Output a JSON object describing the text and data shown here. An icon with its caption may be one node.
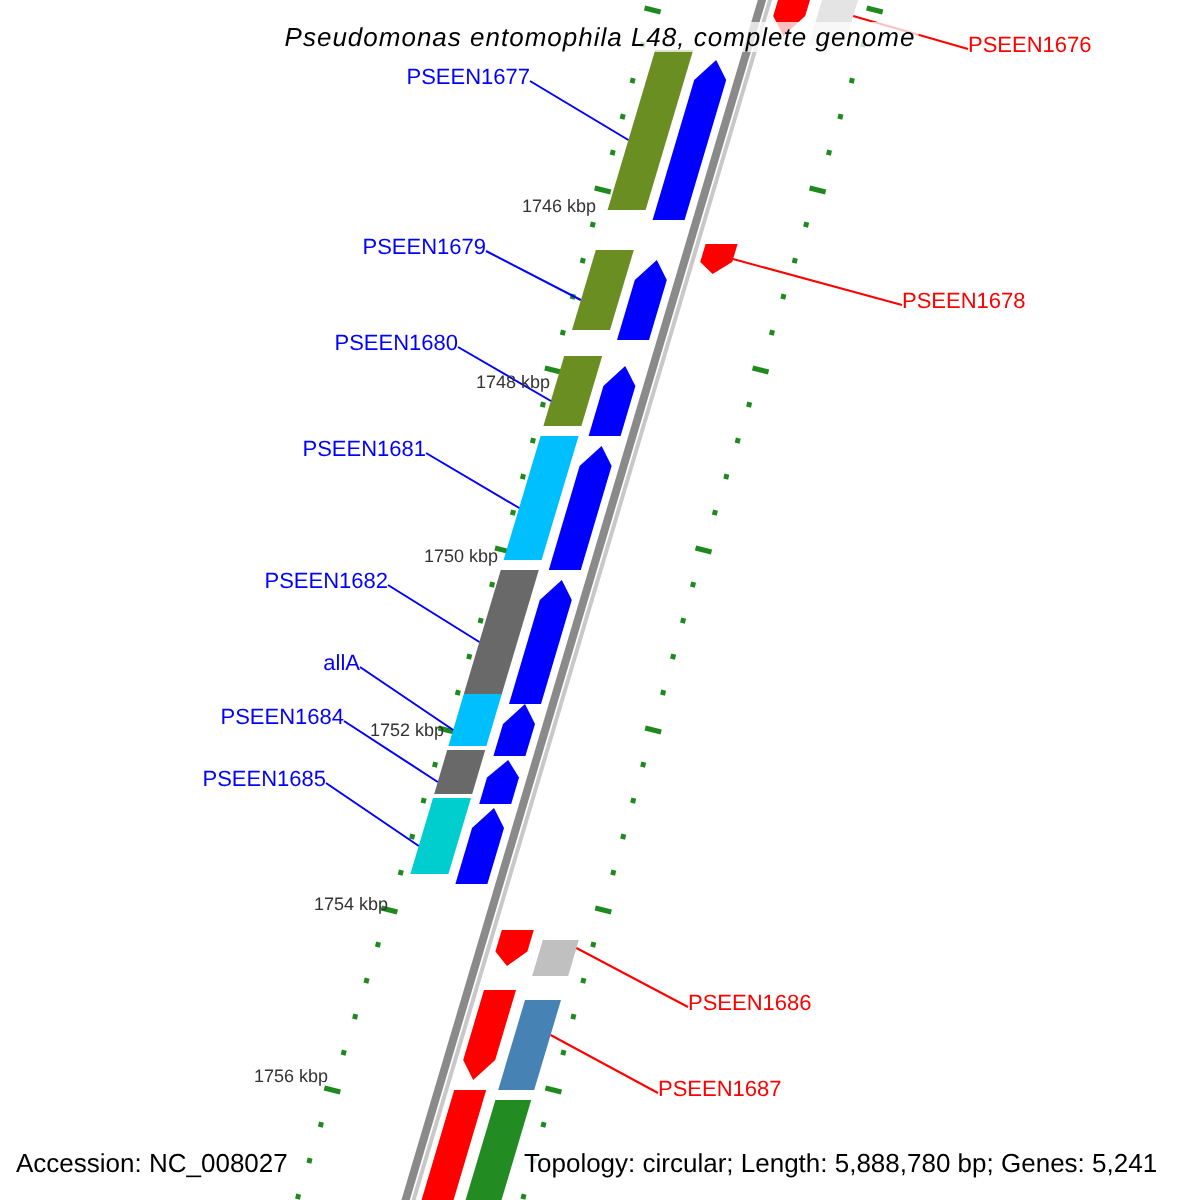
{
  "diagram": {
    "title": "Pseudomonas entomophila L48, complete genome",
    "nodes": [
      {
        "text": [
          "PSEEN1676"
        ]
      },
      {
        "text": [
          "PSEEN1677"
        ]
      },
      {
        "text": [
          "PSEEN1679"
        ]
      },
      {
        "text": [
          "PSEEN1678"
        ]
      },
      {
        "text": [
          "PSEEN1680"
        ]
      },
      {
        "text": [
          "PSEEN1681"
        ]
      },
      {
        "text": [
          "PSEEN1682"
        ]
      },
      {
        "text": [
          "allA"
        ]
      },
      {
        "text": [
          "PSEEN1684"
        ]
      },
      {
        "text": [
          "PSEEN1685"
        ]
      },
      {
        "text": [
          "PSEEN1686"
        ]
      },
      {
        "text": [
          "PSEEN1687"
        ]
      },
      {
        "text": [],
        "shape": "arrow"
      },
      {
        "text": [],
        "shape": "arrow"
      },
      {
        "text": [],
        "shape": "arrow"
      },
      {
        "text": [],
        "shape": "arrow"
      },
      {
        "text": [],
        "shape": "arrow"
      },
      {
        "text": [],
        "shape": "arrow"
      },
      {
        "text": [],
        "shape": "arrow"
      },
      {
        "text": [],
        "shape": "arrow"
      },
      {
        "text": [],
        "shape": "arrow"
      },
      {
        "text": [],
        "shape": "arrow"
      },
      {
        "text": [],
        "shape": "arrow"
      },
      {
        "text": [],
        "shape": "arrow"
      }
    ],
    "edges": [
      {
        "from": 0,
        "to": 12,
        "arrow": "none",
        "color": "#ff0000"
      },
      {
        "from": 1,
        "to": 13,
        "arrow": "none"
      },
      {
        "from": 2,
        "to": 15,
        "arrow": "none"
      },
      {
        "from": 3,
        "to": 14,
        "arrow": "none",
        "color": "#ff0000"
      },
      {
        "from": 4,
        "to": 16,
        "arrow": "none"
      },
      {
        "from": 5,
        "to": 17,
        "arrow": "none"
      },
      {
        "from": 6,
        "to": 18,
        "arrow": "none"
      },
      {
        "from": 7,
        "to": 19,
        "arrow": "none"
      },
      {
        "from": 8,
        "to": 20,
        "arrow": "none"
      },
      {
        "from": 9,
        "to": 21,
        "arrow": "none"
      },
      {
        "from": 10,
        "to": 22,
        "arrow": "none",
        "color": "#ff0000"
      },
      {
        "from": 11,
        "to": 23,
        "arrow": "none",
        "color": "#ff0000"
      }
    ],
    "labels": [
      "1746 kbp",
      "1748 kbp",
      "1750 kbp",
      "1752 kbp",
      "1754 kbp",
      "1756 kbp",
      "Accession: NC_008027",
      "Topology: circular; Length: 5,888,780 bp; Genes: 5,241"
    ]
  }
}
